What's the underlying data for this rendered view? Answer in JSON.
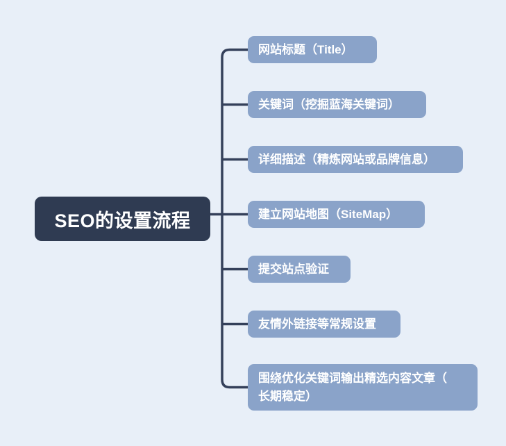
{
  "colors": {
    "bg": "#e8eff8",
    "root_fill": "#2f3b52",
    "branch_fill": "#8aa3c9",
    "connector": "#34405a",
    "node_text": "#ffffff"
  },
  "mindmap": {
    "type": "mindmap-tree",
    "root": {
      "label": "SEO的设置流程"
    },
    "branches": [
      {
        "label": "网站标题（Title）"
      },
      {
        "label": "关键词（挖掘蓝海关键词）"
      },
      {
        "label": "详细描述（精炼网站或品牌信息）"
      },
      {
        "label": "建立网站地图（SiteMap）"
      },
      {
        "label": "提交站点验证"
      },
      {
        "label": "友情外链接等常规设置"
      },
      {
        "label": "围绕优化关键词输出精选内容文章（\n长期稳定）"
      }
    ]
  }
}
